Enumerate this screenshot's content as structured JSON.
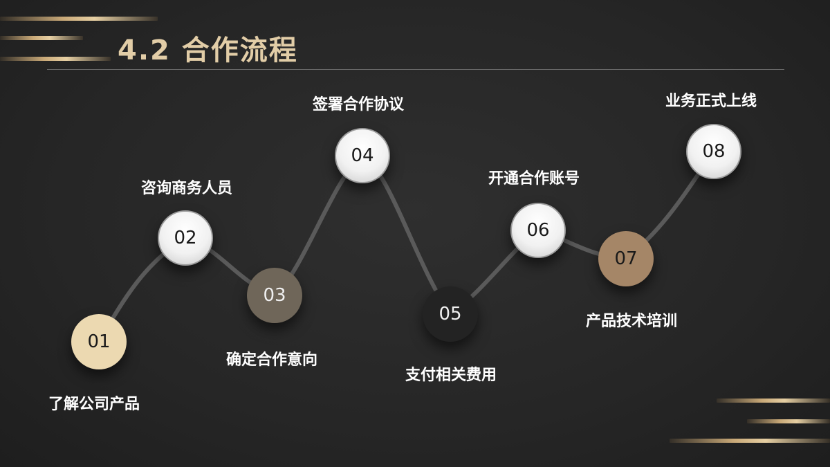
{
  "title": "4.2 合作流程",
  "colors": {
    "background": "#2a2a2a",
    "title": "#e2cda7",
    "gold_accent": "#c9a978",
    "path": "#5a5a5a"
  },
  "steps": [
    {
      "num": "01",
      "label": "了解公司产品",
      "fill": "#ecd9b1",
      "text_color": "#1a1a1a"
    },
    {
      "num": "02",
      "label": "咨询商务人员",
      "fill": "light",
      "text_color": "#1a1a1a"
    },
    {
      "num": "03",
      "label": "确定合作意向",
      "fill": "#6f6659",
      "text_color": "#f0f0f0"
    },
    {
      "num": "04",
      "label": "签署合作协议",
      "fill": "light",
      "text_color": "#1a1a1a"
    },
    {
      "num": "05",
      "label": "支付相关费用",
      "fill": "#232323",
      "text_color": "#f0f0f0"
    },
    {
      "num": "06",
      "label": "开通合作账号",
      "fill": "light",
      "text_color": "#1a1a1a"
    },
    {
      "num": "07",
      "label": "产品技术培训",
      "fill": "#a58667",
      "text_color": "#1a1a1a"
    },
    {
      "num": "08",
      "label": "业务正式上线",
      "fill": "light",
      "text_color": "#1a1a1a"
    }
  ]
}
